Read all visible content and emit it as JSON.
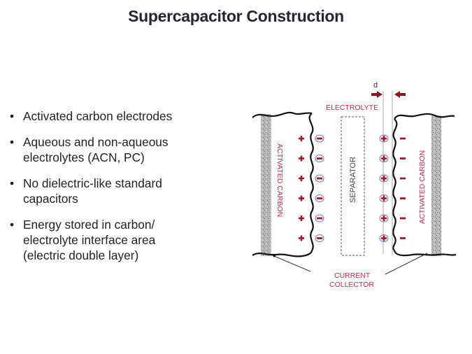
{
  "slide": {
    "title": "Supercapacitor Construction",
    "bullets": [
      {
        "text": "Activated carbon electrodes"
      },
      {
        "text": "Aqueous and non-aqueous electrolytes (ACN, PC)"
      },
      {
        "text": "No dielectric-like standard capacitors"
      },
      {
        "text": "Energy stored in carbon/ electrolyte interface area (electric double layer)"
      }
    ],
    "bullet_glyph": "•"
  },
  "diagram": {
    "labels": {
      "d": "d",
      "electrolyte": "ELECTROLYTE",
      "separator": "SEPARATOR",
      "left_electrode": "ACTIVATED   CARBON",
      "right_electrode": "ACTIVATED   CARBON",
      "current_collector_line1": "CURRENT",
      "current_collector_line2": "COLLECTOR"
    },
    "charge_rows": 6,
    "colors": {
      "charge": "#a3182b",
      "label": "#b0344e",
      "ion_ring": "#6f78c8",
      "collector": "#b8b8b8",
      "electrode_edge": "#111111"
    }
  }
}
